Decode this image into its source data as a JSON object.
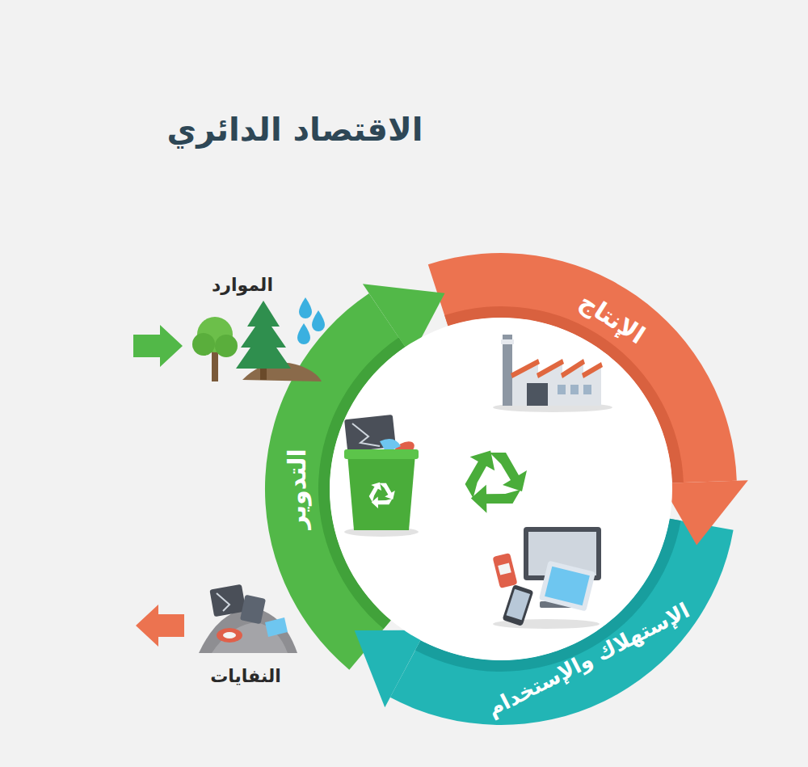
{
  "diagram": {
    "title": "الاقتصاد الدائري",
    "nodes": [
      {
        "text": [
          "الإنتاج"
        ]
      },
      {
        "text": [
          "الإستهلاك والإستخدام"
        ]
      },
      {
        "text": [
          "التدوير"
        ]
      }
    ],
    "edges": [
      {
        "from": 0,
        "to": 1,
        "arrow": "to"
      },
      {
        "from": 1,
        "to": 2,
        "arrow": "to"
      },
      {
        "from": 2,
        "to": 0,
        "arrow": "to"
      }
    ],
    "labels": [
      "الموارد",
      "النفايات"
    ]
  }
}
